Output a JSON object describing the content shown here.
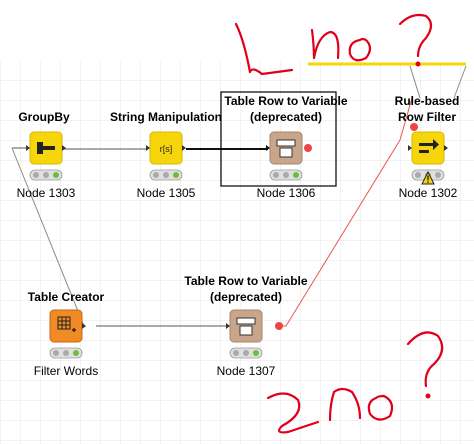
{
  "colors": {
    "manipulator": "#f6d50a",
    "source": "#f08a24",
    "flow_variable": "#c9a58a",
    "conn_line": "#333333",
    "var_line": "#ee4444",
    "status_green": "#6bbf3a",
    "warning": "#f6d50a",
    "annotation_red": "#e0001a",
    "grid": "#e8e8e8"
  },
  "nodes": {
    "groupby": {
      "title": "GroupBy",
      "label": "Node 1303",
      "icon": "groupby-icon"
    },
    "string_manipulation": {
      "title": "String Manipulation",
      "label": "Node 1305",
      "icon": "string-manipulation-icon",
      "icon_text": "r[s]"
    },
    "row_to_var_1": {
      "title_line1": "Table Row to Variable",
      "title_line2": "(deprecated)",
      "label": "Node 1306",
      "icon": "row-to-variable-icon"
    },
    "rule_filter": {
      "title_line1": "Rule-based",
      "title_line2": "Row Filter",
      "label": "Node 1302",
      "icon": "rule-filter-icon"
    },
    "table_creator": {
      "title": "Table Creator",
      "label": "Filter Words",
      "icon": "table-creator-icon"
    },
    "row_to_var_2": {
      "title_line1": "Table Row to Variable",
      "title_line2": "(deprecated)",
      "label": "Node 1307",
      "icon": "row-to-variable-icon"
    }
  },
  "annotations": {
    "top": "1 no ?",
    "bottom": "2 no ?"
  }
}
